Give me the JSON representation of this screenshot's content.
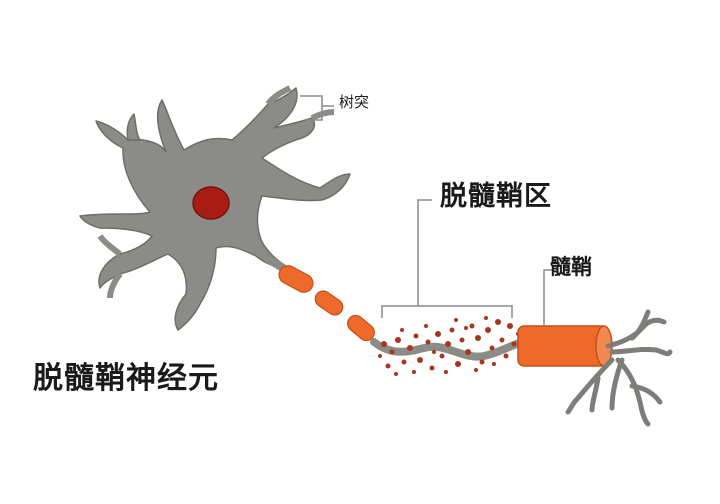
{
  "diagram": {
    "labels": {
      "dendrite": "树突",
      "demyelinated_region": "脱髓鞘区",
      "myelin_sheath": "髓鞘",
      "title": "脱髓鞘神经元"
    },
    "colors": {
      "cell_body": "#8b8b87",
      "nucleus": "#a81c14",
      "myelin": "#ef6a2a",
      "debris": "#a8361e",
      "bracket": "#8a8a8a"
    }
  }
}
